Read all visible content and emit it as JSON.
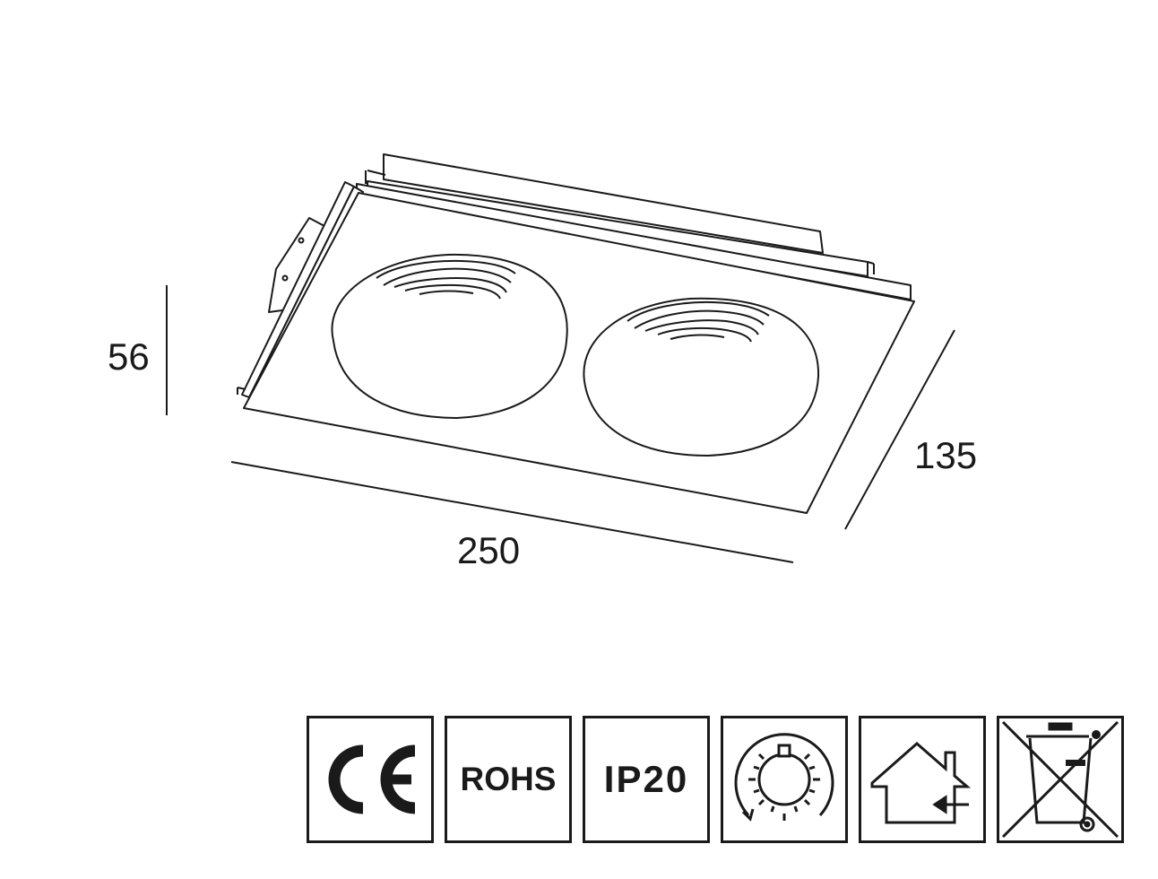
{
  "dimensions": {
    "height": "56",
    "length": "250",
    "depth": "135"
  },
  "certification_icons": [
    {
      "name": "ce-mark-icon",
      "text": ""
    },
    {
      "name": "rohs-icon",
      "text": "ROHS"
    },
    {
      "name": "ip-rating-icon",
      "text": "IP20"
    },
    {
      "name": "dimmable-icon",
      "text": ""
    },
    {
      "name": "indoor-use-icon",
      "text": ""
    },
    {
      "name": "weee-disposal-icon",
      "text": ""
    }
  ],
  "colors": {
    "line": "#1a1a1a",
    "background": "#ffffff"
  }
}
